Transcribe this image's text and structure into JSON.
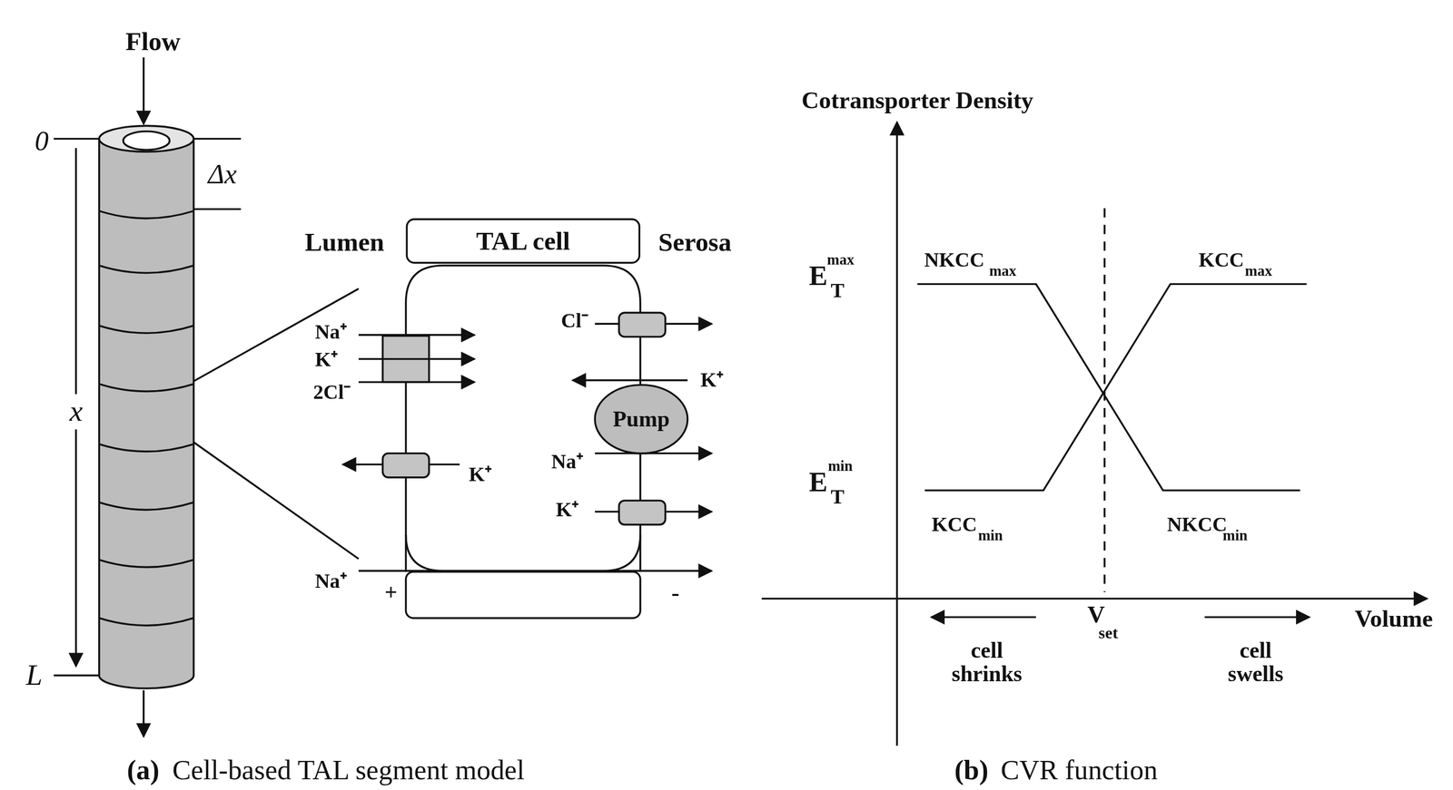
{
  "diagram": {
    "nodes": [
      {
        "text": [
          "TAL cell"
        ]
      },
      {
        "text": [
          "Pump"
        ]
      }
    ],
    "edges": [],
    "labels": [
      "Flow",
      "0",
      "Δx",
      "x",
      "L",
      "Lumen",
      "Serosa",
      "Na⁺",
      "K⁺",
      "2Cl⁻",
      "K⁺",
      "Cl⁻",
      "K⁺",
      "Na⁺",
      "K⁺",
      "Na⁺",
      "+",
      "-",
      "(a)",
      "Cell-based TAL segment model",
      "Cotransporter Density",
      "E",
      "T",
      "max",
      "NKCC",
      "max",
      "KCC",
      "max",
      "E",
      "T",
      "min",
      "KCC",
      "min",
      "NKCC",
      "min",
      "V",
      "set",
      "Volume",
      "cell shrinks",
      "cell swells",
      "(b)",
      "CVR function"
    ]
  }
}
